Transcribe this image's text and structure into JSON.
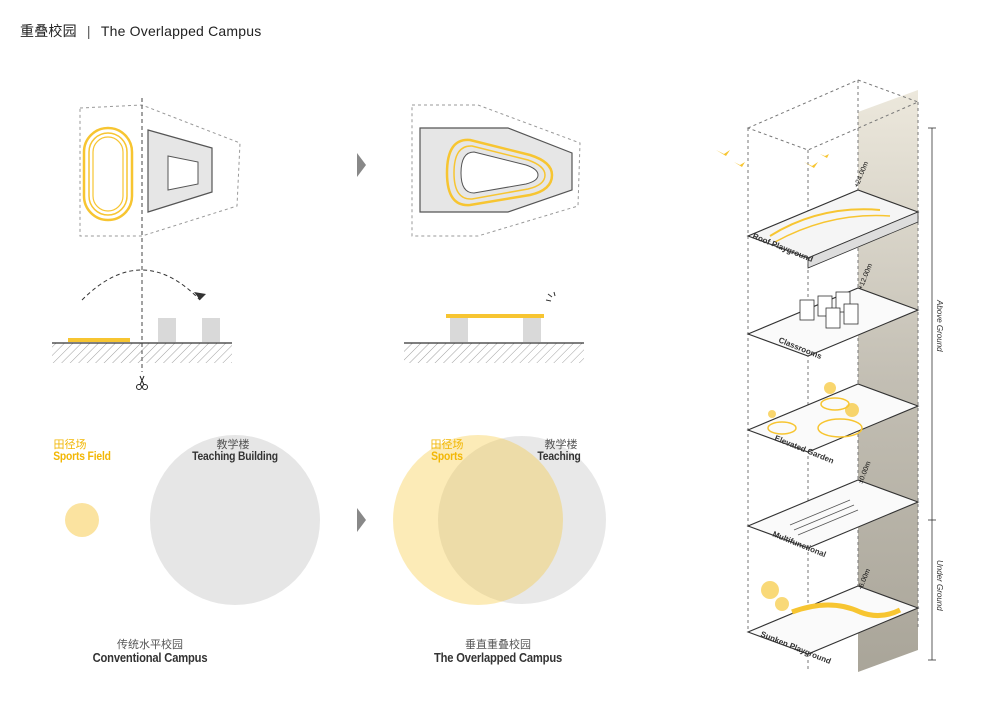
{
  "page": {
    "title_cn": "重叠校园",
    "title_sep": "|",
    "title_en": "The Overlapped Campus"
  },
  "conventional": {
    "sports_cn": "田径场",
    "sports_en": "Sports Field",
    "teaching_cn": "教学楼",
    "teaching_en": "Teaching Building",
    "caption_cn": "传统水平校园",
    "caption_en": "Conventional Campus"
  },
  "overlapped": {
    "sports_cn": "田径场",
    "sports_en": "Sports",
    "teaching_cn": "教学楼",
    "teaching_en": "Teaching",
    "caption_cn": "垂直重叠校园",
    "caption_en": "The Overlapped Campus"
  },
  "axon": {
    "levels": [
      {
        "label": "Roof Playground",
        "elevation": "+24.00m"
      },
      {
        "label": "Classrooms",
        "elevation": "+12.00m"
      },
      {
        "label": "Elevated Garden",
        "elevation": ""
      },
      {
        "label": "Multifunctional",
        "elevation": "±0.00m"
      },
      {
        "label": "Sunken Playground",
        "elevation": "-6.00m"
      }
    ],
    "above_ground": "Above Ground",
    "under_ground": "Under Ground"
  },
  "colors": {
    "accent": "#f7c531",
    "accent_light": "#fbe3a0",
    "grey_fill": "#e6e6e6",
    "grey_dark": "#bdbdbd",
    "line": "#444444"
  }
}
